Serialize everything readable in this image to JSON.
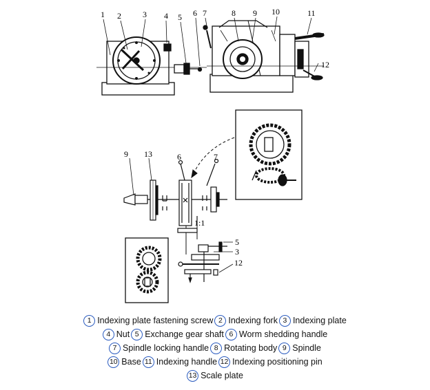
{
  "diagram": {
    "part_numbers": {
      "top": [
        "1",
        "2",
        "3",
        "4",
        "5",
        "6",
        "7",
        "8",
        "9",
        "10",
        "11",
        "12"
      ],
      "schematic": [
        "9",
        "13",
        "6",
        "7",
        "1:1",
        "5",
        "3",
        "12"
      ]
    }
  },
  "legend": {
    "rows": [
      [
        {
          "num": "1",
          "label": "Indexing plate fastening screw"
        },
        {
          "num": "2",
          "label": "Indexing fork"
        },
        {
          "num": "3",
          "label": "Indexing plate"
        }
      ],
      [
        {
          "num": "4",
          "label": "Nut"
        },
        {
          "num": "5",
          "label": "Exchange gear shaft"
        },
        {
          "num": "6",
          "label": "Worm shedding handle"
        }
      ],
      [
        {
          "num": "7",
          "label": "Spindle locking handle"
        },
        {
          "num": "8",
          "label": "Rotating body"
        },
        {
          "num": "9",
          "label": "Spindle"
        }
      ],
      [
        {
          "num": "10",
          "label": "Base"
        },
        {
          "num": "11",
          "label": "Indexing handle"
        },
        {
          "num": "12",
          "label": "Indexing positioning pin"
        }
      ],
      [
        {
          "num": "13",
          "label": "Scale plate"
        }
      ]
    ]
  }
}
